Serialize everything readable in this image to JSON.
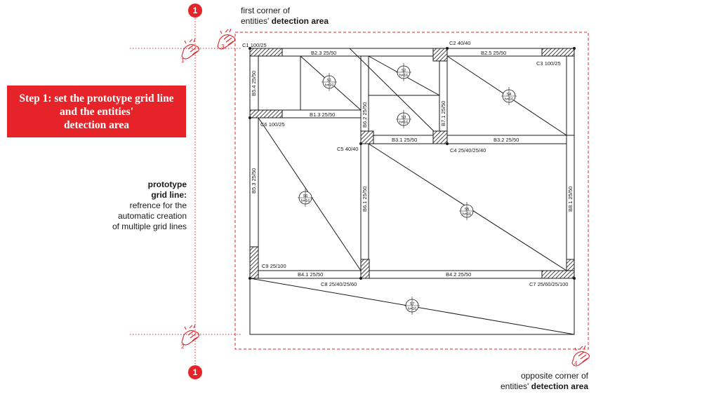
{
  "step": {
    "line1": "Step 1: set the prototype grid line",
    "line2": "and the entities'",
    "line3": "detection area"
  },
  "grid_line": {
    "bubble_top": "1",
    "bubble_bottom": "1",
    "label_line1": "prototype",
    "label_line2": "grid line:",
    "desc_line1": "refrence for the",
    "desc_line2": "automatic creation",
    "desc_line3": "of multiple grid lines"
  },
  "first_corner": {
    "line1": "first corner of",
    "line2_plain": "entities' ",
    "line2_bold": "detection area"
  },
  "opposite_corner": {
    "line1": "opposite corner of",
    "line2_plain": "entities' ",
    "line2_bold": "detection area"
  },
  "clicks": [
    "1",
    "2",
    "3",
    "4"
  ],
  "columns": {
    "C1": {
      "name": "C1",
      "size": "100/25"
    },
    "C2": {
      "name": "C2",
      "size": "40/40"
    },
    "C3": {
      "name": "C3",
      "size": "100/25"
    },
    "C4": {
      "name": "C4",
      "size": "25/40/25/40"
    },
    "C5": {
      "name": "C5",
      "size": "40/40"
    },
    "C6": {
      "name": "C6",
      "size": "100/25"
    },
    "C7": {
      "name": "C7",
      "size": "25/60/25/100"
    },
    "C8": {
      "name": "C8",
      "size": "25/40/25/60"
    },
    "C9": {
      "name": "C9",
      "size": "25/100"
    }
  },
  "beams": {
    "B2_3": "B2.3  25/50",
    "B2_5": "B2.5  25/50",
    "B1_3": "B1.3  25/50",
    "B3_1": "B3.1  25/50",
    "B3_2": "B3.2  25/50",
    "B4_1": "B4.1  25/50",
    "B4_2": "B4.2  25/50",
    "B5_4": "B5.4  25/50",
    "B5_3": "B5.3  25/50",
    "B6_2": "B6.2  25/50",
    "B6_1": "B6.1  25/50",
    "B7_1": "B7.1  25/50",
    "B8_1": "B8.1  25/50"
  },
  "slabs": {
    "S1": {
      "name": "S1",
      "h": "h=16"
    },
    "S2": {
      "name": "S2",
      "h": "h=16"
    },
    "S3": {
      "name": "S3",
      "h": "h=16"
    },
    "S4": {
      "name": "S4",
      "h": "h=16"
    },
    "S5": {
      "name": "S5",
      "h": "h=16"
    },
    "S6": {
      "name": "S6",
      "h": "h=16"
    },
    "S7": {
      "name": "S7",
      "h": "h=16"
    }
  },
  "colors": {
    "accent": "#e52329",
    "line": "#1a1a1a",
    "dashed_area": "#e52329"
  }
}
